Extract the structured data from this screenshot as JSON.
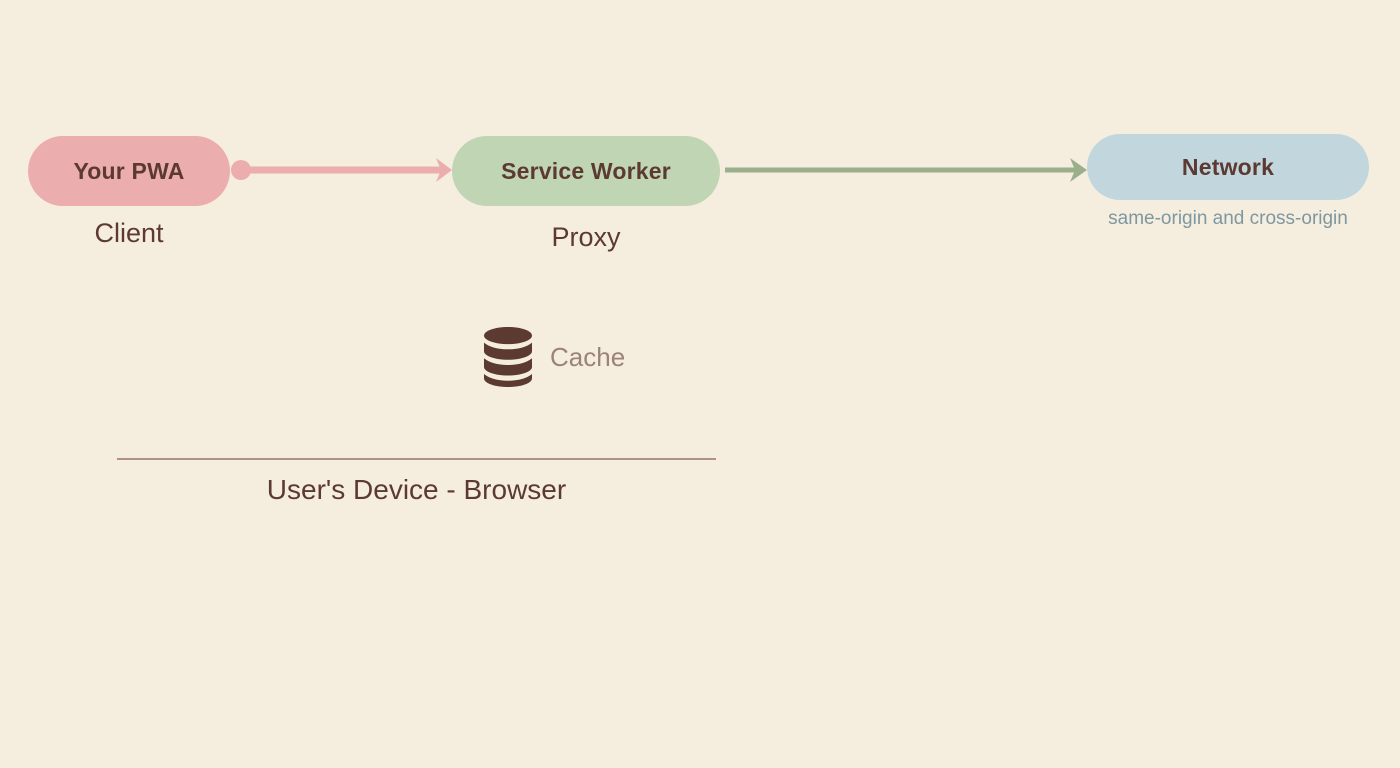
{
  "diagram": {
    "background_color": "#F5EEDF",
    "nodes": [
      {
        "id": "pwa",
        "label": "Your PWA",
        "caption": "Client",
        "color": "#EBADAD",
        "text_color": "#5C3A32"
      },
      {
        "id": "service-worker",
        "label": "Service Worker",
        "caption": "Proxy",
        "color": "#C0D5B4",
        "text_color": "#5C3A32"
      },
      {
        "id": "network",
        "label": "Network",
        "caption": "same-origin and cross-origin",
        "color": "#C2D7DD",
        "text_color": "#5C3A32",
        "caption_color": "#7E97A0"
      }
    ],
    "connectors": [
      {
        "id": "pwa-to-service-worker",
        "from": "pwa",
        "to": "service-worker",
        "color": "#EBADAD",
        "start_marker": "dot",
        "end_marker": "arrow"
      },
      {
        "id": "service-worker-to-network",
        "from": "service-worker",
        "to": "network",
        "color": "#9CAF8D",
        "start_marker": "none",
        "end_marker": "arrow"
      }
    ],
    "storage": {
      "id": "cache",
      "label": "Cache",
      "icon": "database-icon",
      "icon_color": "#5C3A32",
      "label_color": "#9C8379"
    },
    "boundary": {
      "label": "User's Device - Browser",
      "line_color": "#AE9287",
      "text_color": "#5C3A32"
    }
  }
}
